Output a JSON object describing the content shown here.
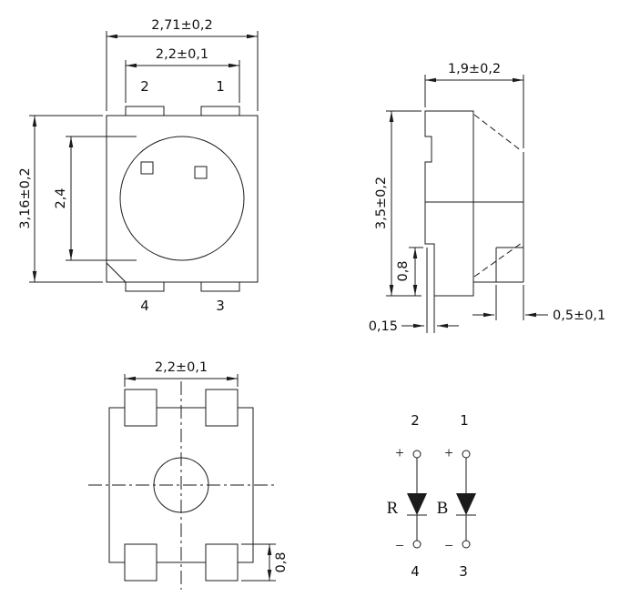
{
  "front_view": {
    "dim_total_width": "2,71±0,2",
    "dim_pad_span": "2,2±0,1",
    "dim_total_height": "3,16±0,2",
    "dim_lens_diameter": "2,4",
    "pin_top_left": "2",
    "pin_top_right": "1",
    "pin_bottom_left": "4",
    "pin_bottom_right": "3"
  },
  "side_view": {
    "dim_depth": "1,9±0,2",
    "dim_height": "3,5±0,2",
    "dim_lead_height": "0,8",
    "dim_lead_thickness": "0,15",
    "dim_foot_length": "0,5±0,1"
  },
  "bottom_view": {
    "dim_pad_span": "2,2±0,1",
    "dim_pad_height": "0,8"
  },
  "schematic": {
    "left_diode": {
      "anode_pin": "2",
      "plus": "+",
      "label": "R",
      "minus": "−",
      "cathode_pin": "4"
    },
    "right_diode": {
      "anode_pin": "1",
      "plus": "+",
      "label": "B",
      "minus": "−",
      "cathode_pin": "3"
    }
  },
  "colors": {
    "background": "#ffffff",
    "line": "#1b1b1b"
  }
}
